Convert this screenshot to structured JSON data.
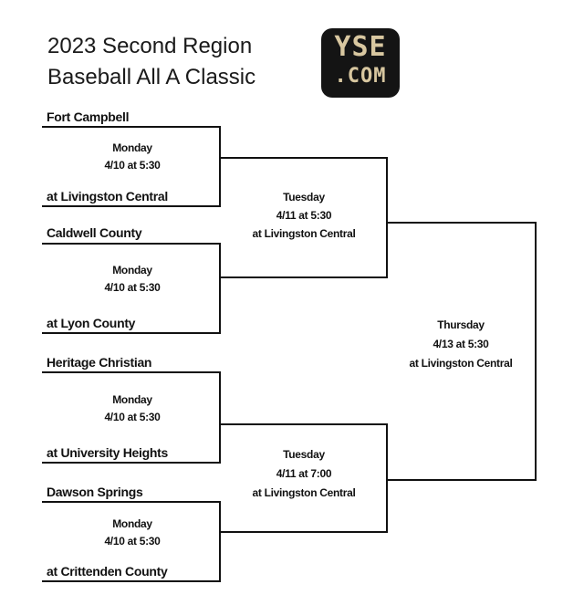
{
  "title": {
    "line1": "2023 Second Region",
    "line2": "Baseball All A Classic"
  },
  "logo": {
    "line1": "YSE",
    "line2": ".COM",
    "colors": {
      "background": "#141414",
      "text": "#d8c7a0"
    }
  },
  "bracket": {
    "round1": [
      {
        "team_a": "Fort Campbell",
        "team_b": "at Livingston Central",
        "day": "Monday",
        "when": "4/10 at 5:30"
      },
      {
        "team_a": "Caldwell County",
        "team_b": "at Lyon County",
        "day": "Monday",
        "when": "4/10 at 5:30"
      },
      {
        "team_a": "Heritage Christian",
        "team_b": "at University Heights",
        "day": "Monday",
        "when": "4/10 at 5:30"
      },
      {
        "team_a": "Dawson Springs",
        "team_b": "at Crittenden County",
        "day": "Monday",
        "when": "4/10 at 5:30"
      }
    ],
    "semifinals": [
      {
        "day": "Tuesday",
        "when": "4/11 at 5:30",
        "venue": "at Livingston Central"
      },
      {
        "day": "Tuesday",
        "when": "4/11 at 7:00",
        "venue": "at Livingston Central"
      }
    ],
    "final": {
      "day": "Thursday",
      "when": "4/13 at 5:30",
      "venue": "at Livingston Central"
    }
  },
  "colors": {
    "lines": "#111111",
    "text": "#111111",
    "background": "#ffffff"
  }
}
